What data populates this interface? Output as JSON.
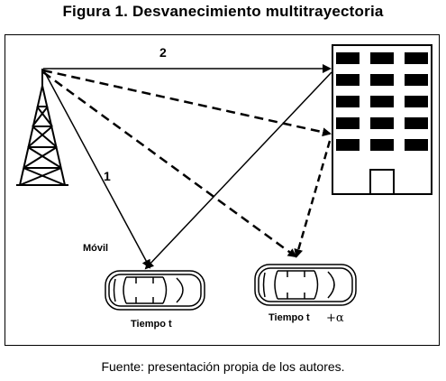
{
  "figure": {
    "title": "Figura 1. Desvanecimiento multitrayectoria",
    "caption": "Fuente: presentación propia de los autores."
  },
  "diagram": {
    "path_direct_label": "1",
    "path_reflected_label": "2",
    "mobile_label": "Móvil",
    "car_left_label": "Tiempo t",
    "car_right_label": "Tiempo t",
    "car_right_suffix": "+α",
    "icons": [
      "antenna-tower-icon",
      "building-icon",
      "car-icon"
    ]
  }
}
